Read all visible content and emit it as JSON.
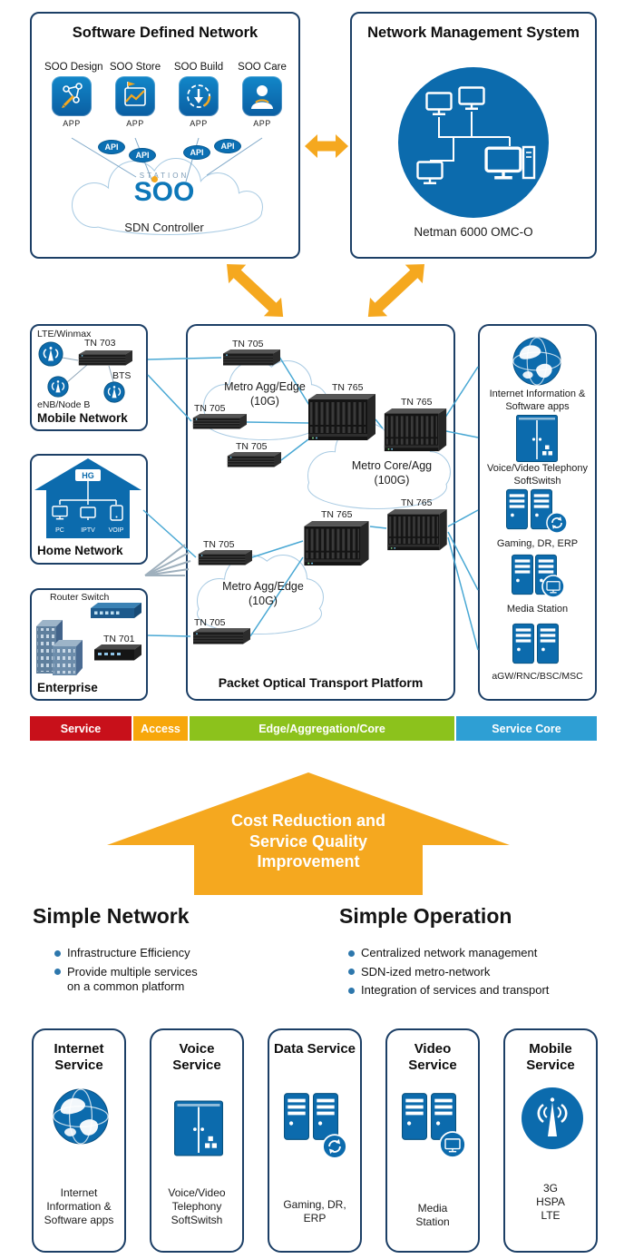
{
  "colors": {
    "accent_orange": "#F5A81F",
    "brand_blue": "#0C6BAD",
    "navy_border": "#1C3F66",
    "line_teal": "#49A8D4",
    "bar_red": "#C8101A",
    "bar_orange": "#F7A70B",
    "bar_green": "#8CC21C",
    "bar_blue": "#2E9FD4"
  },
  "sdn": {
    "title": "Software Defined Network",
    "apps": [
      {
        "name": "SOO Design",
        "sub": "APP"
      },
      {
        "name": "SOO Store",
        "sub": "APP"
      },
      {
        "name": "SOO Build",
        "sub": "APP"
      },
      {
        "name": "SOO Care",
        "sub": "APP"
      }
    ],
    "api": "API",
    "logo": {
      "station": "STATION",
      "soo": "SOO"
    },
    "controller": "SDN Controller"
  },
  "nms": {
    "title": "Network Management System",
    "caption": "Netman 6000 OMC-O"
  },
  "mobile": {
    "title": "Mobile Network",
    "lte": "LTE/Winmax",
    "tn703": "TN 703",
    "bts": "BTS",
    "enb": "eNB/Node B"
  },
  "home": {
    "title": "Home Network",
    "hg": "HG",
    "pc": "PC",
    "iptv": "IPTV",
    "voip": "VOIP"
  },
  "enterprise": {
    "title": "Enterprise",
    "router": "Router Switch",
    "tn701": "TN 701"
  },
  "potp": {
    "title": "Packet Optical Transport Platform",
    "tn705": "TN 705",
    "tn765": "TN 765",
    "cloud_top_line1": "Metro Agg/Edge",
    "cloud_top_line2": "(10G)",
    "cloud_mid_line1": "Metro Core/Agg",
    "cloud_mid_line2": "(100G)",
    "cloud_bot_line1": "Metro Agg/Edge",
    "cloud_bot_line2": "(10G)"
  },
  "service_core": {
    "internet": "Internet Information & Software apps",
    "voice": "Voice/Video Telephony SoftSwitsh",
    "gaming": "Gaming, DR, ERP",
    "media": "Media Station",
    "agw": "aGW/RNC/BSC/MSC"
  },
  "bar": {
    "segments": [
      {
        "label": "Service",
        "color": "#C8101A"
      },
      {
        "label": "Access",
        "color": "#F7A70B"
      },
      {
        "label": "Edge/Aggregation/Core",
        "color": "#8CC21C"
      },
      {
        "label": "Service Core",
        "color": "#2E9FD4"
      }
    ]
  },
  "arrow": {
    "line1": "Cost Reduction and",
    "line2": "Service Quality",
    "line3": "Improvement"
  },
  "benefits": {
    "left": {
      "title": "Simple Network",
      "items": [
        "Infrastructure Efficiency",
        "Provide multiple services on a common platform"
      ]
    },
    "right": {
      "title": "Simple Operation",
      "items": [
        "Centralized network management",
        "SDN-ized metro-network",
        "Integration of services and transport"
      ]
    }
  },
  "cards": [
    {
      "title": "Internet Service",
      "caption": "Internet Information & Software apps"
    },
    {
      "title": "Voice Service",
      "caption": "Voice/Video Telephony SoftSwitsh"
    },
    {
      "title": "Data Service",
      "caption": "Gaming, DR, ERP"
    },
    {
      "title": "Video Service",
      "caption": "Media Station"
    },
    {
      "title": "Mobile Service",
      "caption": "3G HSPA LTE"
    }
  ]
}
